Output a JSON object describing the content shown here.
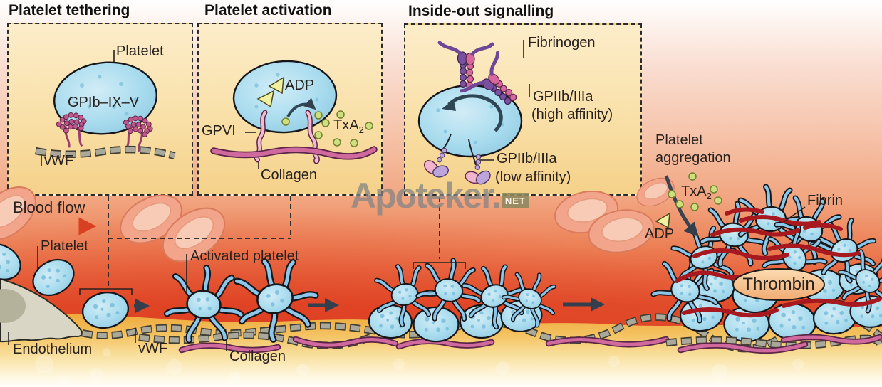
{
  "panels": {
    "tethering": {
      "title": "Platelet tethering",
      "platelet_label": "Platelet",
      "receptor_label": "GPIb–IX–V",
      "vwf_label": "vWF"
    },
    "activation": {
      "title": "Platelet activation",
      "adp_label": "ADP",
      "gpvi_label": "GPVI",
      "txa2_base": "TxA",
      "txa2_sub": "2",
      "collagen_label": "Collagen"
    },
    "inside_out": {
      "title": "Inside-out signalling",
      "fibrinogen_label": "Fibrinogen",
      "gpiib_high_line1": "GPIIb/IIIa",
      "gpiib_high_line2": "(high affinity)",
      "gpiib_low_line1": "GPIIb/IIIa",
      "gpiib_low_line2": "(low affinity)"
    }
  },
  "scene": {
    "blood_flow_label": "Blood flow",
    "platelet_label": "Platelet",
    "activated_platelet_label": "Activated platelet",
    "endothelium_label": "Endothelium",
    "vwf_label": "vWF",
    "collagen_label": "Collagen",
    "aggregation_line1": "Platelet",
    "aggregation_line2": "aggregation",
    "txa2_base": "TxA",
    "txa2_sub": "2",
    "adp_label": "ADP",
    "fibrin_label": "Fibrin",
    "thrombin_label": "Thrombin"
  },
  "watermark": {
    "name": "Apoteker.",
    "suffix": "NET"
  },
  "icons": {
    "blood_flow_arrow": "red-right-arrow",
    "step_arrow": "dark-right-arrow",
    "release_arrow": "curved-arrow",
    "shape_change_arrow": "rotation-arrow"
  },
  "colors": {
    "platelet_blue": "#aee0f0",
    "activated_blue": "#8cc6e8",
    "rbc_salmon": "#f2a58b",
    "fibrin_red": "#a8191f",
    "collagen_pink": "#d06a9e",
    "vwf_gray": "#aaa89a",
    "receptor_magenta": "#c2578d",
    "fibrinogen_purple": "#7a50a0",
    "fibrinogen_pink": "#d8679e",
    "adp_yellow": "#f2ef9f",
    "txa2_green": "#cddf7f",
    "ground_yellow": "#efa93a",
    "blood_red": "#df482a",
    "endothelium_gray": "#d9d6c6",
    "thrombin_peach": "#f7c18f",
    "panel_yellow": "#f9e0a8",
    "watermark_gray": "#848484",
    "watermark_box": "#8e895e",
    "text": "#27211e"
  }
}
